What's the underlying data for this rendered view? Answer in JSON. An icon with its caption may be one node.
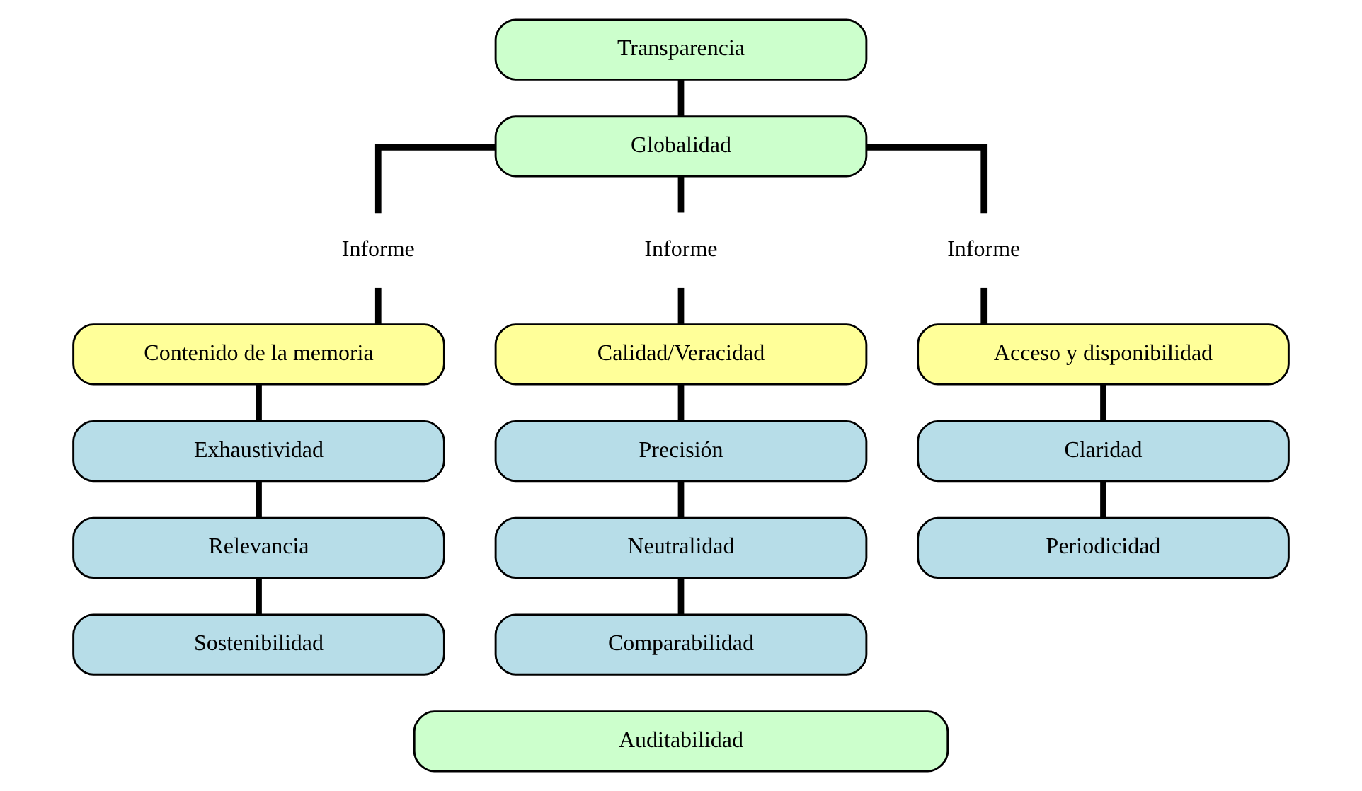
{
  "diagram": {
    "nodes": [
      {
        "text": [
          "Transparencia"
        ]
      },
      {
        "text": [
          "Globalidad"
        ]
      },
      {
        "text": [
          "Informe"
        ]
      },
      {
        "text": [
          "Informe"
        ]
      },
      {
        "text": [
          "Informe"
        ]
      },
      {
        "text": [
          "Contenido de la memoria"
        ]
      },
      {
        "text": [
          "Exhaustividad"
        ]
      },
      {
        "text": [
          "Relevancia"
        ]
      },
      {
        "text": [
          "Sostenibilidad"
        ]
      },
      {
        "text": [
          "Calidad/Veracidad"
        ]
      },
      {
        "text": [
          "Precisión"
        ]
      },
      {
        "text": [
          "Neutralidad"
        ]
      },
      {
        "text": [
          "Comparabilidad"
        ]
      },
      {
        "text": [
          "Acceso y disponibilidad"
        ]
      },
      {
        "text": [
          "Claridad"
        ]
      },
      {
        "text": [
          "Periodicidad"
        ]
      },
      {
        "text": [
          "Auditabilidad"
        ]
      }
    ],
    "edges": [
      {
        "from": 0,
        "to": 1,
        "arrow": "none"
      },
      {
        "from": 1,
        "to": 2,
        "arrow": "none"
      },
      {
        "from": 1,
        "to": 3,
        "arrow": "none"
      },
      {
        "from": 1,
        "to": 4,
        "arrow": "none"
      },
      {
        "from": 2,
        "to": 5,
        "arrow": "none"
      },
      {
        "from": 3,
        "to": 9,
        "arrow": "none"
      },
      {
        "from": 4,
        "to": 13,
        "arrow": "none"
      },
      {
        "from": 5,
        "to": 6,
        "arrow": "none"
      },
      {
        "from": 6,
        "to": 7,
        "arrow": "none"
      },
      {
        "from": 7,
        "to": 8,
        "arrow": "none"
      },
      {
        "from": 9,
        "to": 10,
        "arrow": "none"
      },
      {
        "from": 10,
        "to": 11,
        "arrow": "none"
      },
      {
        "from": 11,
        "to": 12,
        "arrow": "none"
      },
      {
        "from": 13,
        "to": 14,
        "arrow": "none"
      },
      {
        "from": 14,
        "to": 15,
        "arrow": "none"
      }
    ]
  }
}
